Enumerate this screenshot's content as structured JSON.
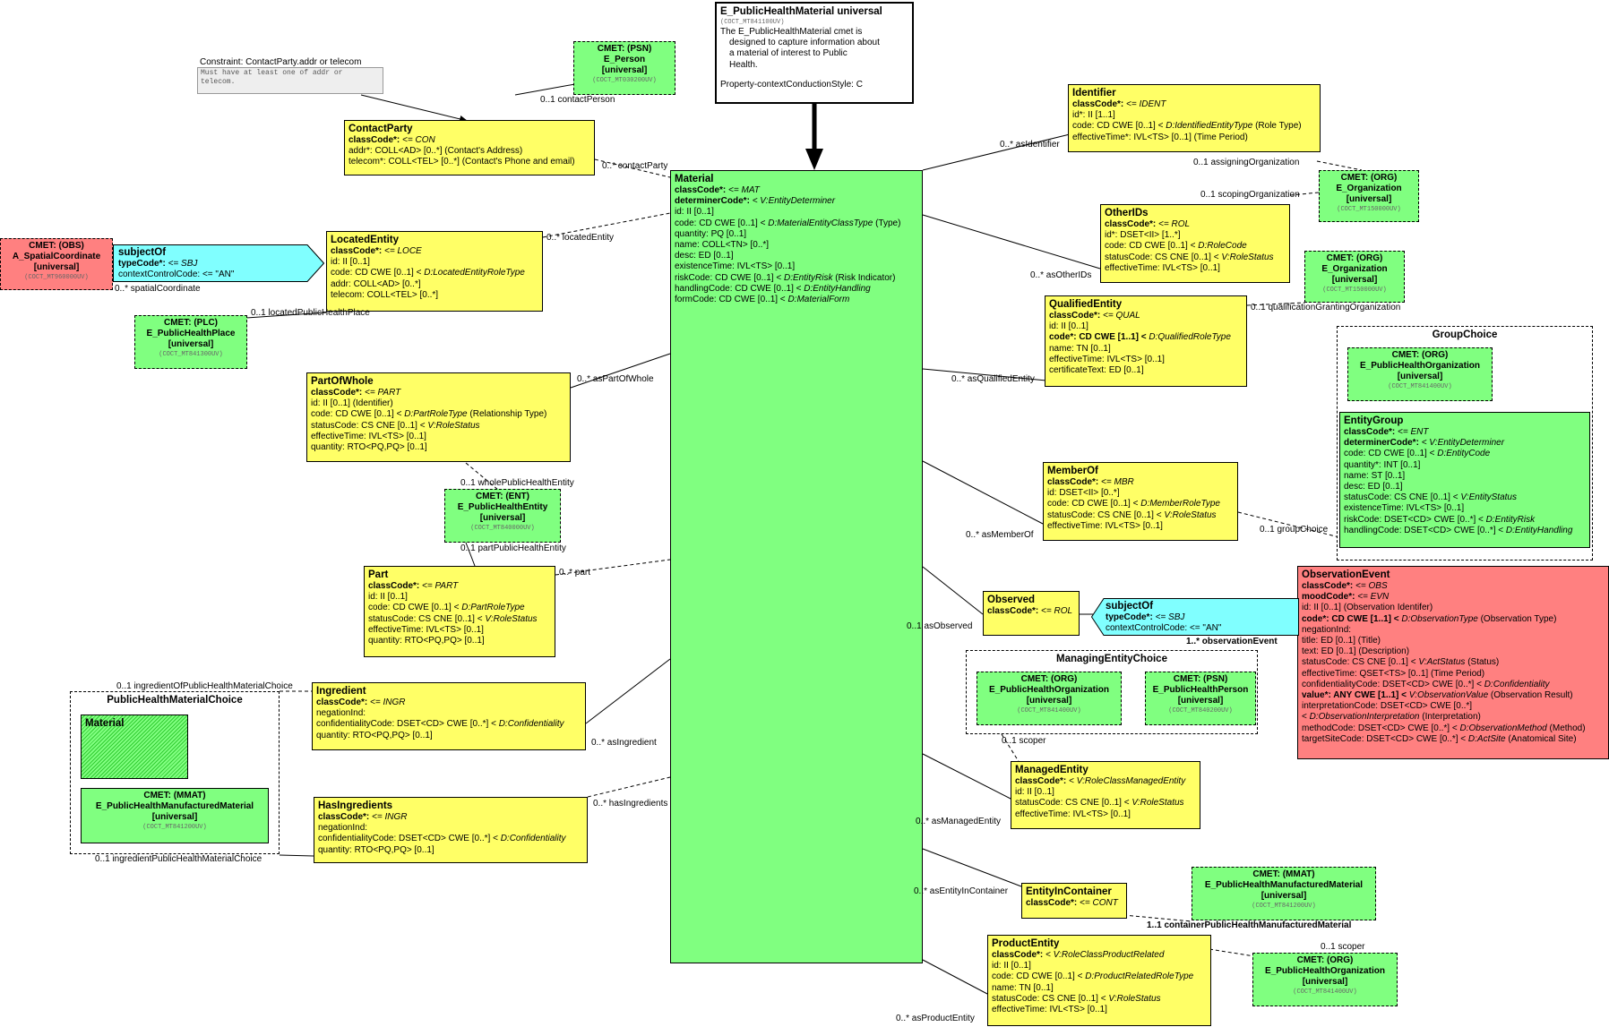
{
  "header": {
    "title": "E_PublicHealthMaterial universal",
    "code": "(COCT_MT841100UV)",
    "desc": [
      "The E_PublicHealthMaterial cmet is",
      "designed to capture information about",
      "a material of interest to Public",
      "Health."
    ],
    "style": "Property-contextConductionStyle: C"
  },
  "constraint": {
    "title": "Constraint: ContactParty.addr or telecom",
    "text": [
      "Must have at least one of addr or",
      "telecom."
    ]
  },
  "groups": {
    "group_choice": "GroupChoice",
    "managing_choice": "ManagingEntityChoice",
    "material_choice": "PublicHealthMaterialChoice"
  },
  "classes": {
    "material": {
      "title": "Material",
      "lines": [
        [
          "classCode*: ",
          "<= MAT"
        ],
        [
          "determinerCode*: ",
          "< V:EntityDeterminer"
        ],
        [
          "id: II [0..1]",
          ""
        ],
        [
          "code: CD CWE [0..1] < ",
          "D:MaterialEntityClassType",
          " (Type)"
        ],
        [
          "quantity: PQ [0..1]",
          ""
        ],
        [
          "name: COLL<TN> [0..*]",
          ""
        ],
        [
          "desc: ED [0..1]",
          ""
        ],
        [
          "existenceTime: IVL<TS> [0..1]",
          ""
        ],
        [
          "riskCode: CD CWE [0..1] < ",
          "D:EntityRisk",
          " (Risk Indicator)"
        ],
        [
          "handlingCode: CD CWE [0..1] < ",
          "D:EntityHandling"
        ],
        [
          "formCode: CD CWE [0..1] < ",
          "D:MaterialForm"
        ]
      ]
    },
    "contact_party": {
      "title": "ContactParty",
      "lines": [
        [
          "classCode*: ",
          "<= CON"
        ],
        [
          "addr*: COLL<AD> [0..*] (Contact's Address)",
          ""
        ],
        [
          "telecom*: COLL<TEL> [0..*] (Contact's Phone and email)",
          ""
        ]
      ]
    },
    "located_entity": {
      "title": "LocatedEntity",
      "lines": [
        [
          "classCode*: ",
          "<= LOCE"
        ],
        [
          "id: II [0..1]",
          ""
        ],
        [
          "code: CD CWE [0..1] < ",
          "D:LocatedEntityRoleType"
        ],
        [
          "addr: COLL<AD> [0..*]",
          ""
        ],
        [
          "telecom: COLL<TEL> [0..*]",
          ""
        ]
      ]
    },
    "part_of_whole": {
      "title": "PartOfWhole",
      "lines": [
        [
          "classCode*: ",
          "<= PART"
        ],
        [
          "id: II [0..1] (Identifier)",
          ""
        ],
        [
          "code: CD CWE [0..1] < ",
          "D:PartRoleType",
          " (Relationship Type)"
        ],
        [
          "statusCode: CS CNE [0..1] < ",
          "V:RoleStatus"
        ],
        [
          "effectiveTime: IVL<TS> [0..1]",
          ""
        ],
        [
          "quantity: RTO<PQ,PQ> [0..1]",
          ""
        ]
      ]
    },
    "part": {
      "title": "Part",
      "lines": [
        [
          "classCode*: ",
          "<= PART"
        ],
        [
          "id: II [0..1]",
          ""
        ],
        [
          "code: CD CWE [0..1] < ",
          "D:PartRoleType"
        ],
        [
          "statusCode: CS CNE [0..1] < ",
          "V:RoleStatus"
        ],
        [
          "effectiveTime: IVL<TS> [0..1]",
          ""
        ],
        [
          "quantity: RTO<PQ,PQ> [0..1]",
          ""
        ]
      ]
    },
    "ingredient": {
      "title": "Ingredient",
      "lines": [
        [
          "classCode*: ",
          "<= INGR"
        ],
        [
          "negationInd:",
          ""
        ],
        [
          "confidentialityCode: DSET<CD> CWE [0..*] < ",
          "D:Confidentiality"
        ],
        [
          "quantity: RTO<PQ,PQ> [0..1]",
          ""
        ]
      ]
    },
    "has_ingredients": {
      "title": "HasIngredients",
      "lines": [
        [
          "classCode*: ",
          "<= INGR"
        ],
        [
          "negationInd:",
          ""
        ],
        [
          "confidentialityCode: DSET<CD> CWE [0..*] < ",
          "D:Confidentiality"
        ],
        [
          "quantity: RTO<PQ,PQ> [0..1]",
          ""
        ]
      ]
    },
    "identifier": {
      "title": "Identifier",
      "lines": [
        [
          "classCode*: ",
          "<= IDENT"
        ],
        [
          "id*: II [1..1]",
          ""
        ],
        [
          "code: CD CWE [0..1] < ",
          "D:IdentifiedEntityType",
          " (Role Type)"
        ],
        [
          "effectiveTime*: IVL<TS> [0..1] (Time Period)",
          ""
        ]
      ]
    },
    "other_ids": {
      "title": "OtherIDs",
      "lines": [
        [
          "classCode*: ",
          "<= ROL"
        ],
        [
          "id*: DSET<II> [1..*]",
          ""
        ],
        [
          "code: CD CWE [0..1] < ",
          "D:RoleCode"
        ],
        [
          "statusCode: CS CNE [0..1] < ",
          "V:RoleStatus"
        ],
        [
          "effectiveTime: IVL<TS> [0..1]",
          ""
        ]
      ]
    },
    "qualified_entity": {
      "title": "QualifiedEntity",
      "lines": [
        [
          "classCode*: ",
          "<= QUAL"
        ],
        [
          "id: II [0..1]",
          ""
        ],
        [
          "code*: CD CWE [1..1] < ",
          "D:QualifiedRoleType"
        ],
        [
          "name: TN [0..1]",
          ""
        ],
        [
          "effectiveTime: IVL<TS> [0..1]",
          ""
        ],
        [
          "certificateText: ED [0..1]",
          ""
        ]
      ]
    },
    "member_of": {
      "title": "MemberOf",
      "lines": [
        [
          "classCode*: ",
          "<= MBR"
        ],
        [
          "id: DSET<II> [0..*]",
          ""
        ],
        [
          "code: CD CWE [0..1] < ",
          "D:MemberRoleType"
        ],
        [
          "statusCode: CS CNE [0..1] < ",
          "V:RoleStatus"
        ],
        [
          "effectiveTime: IVL<TS> [0..1]",
          ""
        ]
      ]
    },
    "entity_group": {
      "title": "EntityGroup",
      "lines": [
        [
          "classCode*: ",
          "<= ENT"
        ],
        [
          "determinerCode*: ",
          "< V:EntityDeterminer"
        ],
        [
          "code: CD CWE [0..1] < ",
          "D:EntityCode"
        ],
        [
          "quantity*: INT [0..1]",
          ""
        ],
        [
          "name: ST [0..1]",
          ""
        ],
        [
          "desc: ED [0..1]",
          ""
        ],
        [
          "statusCode: CS CNE [0..1] < ",
          "V:EntityStatus"
        ],
        [
          "existenceTime: IVL<TS> [0..1]",
          ""
        ],
        [
          "riskCode: DSET<CD> CWE [0..*] < ",
          "D:EntityRisk"
        ],
        [
          "handlingCode: DSET<CD> CWE [0..*] < ",
          "D:EntityHandling"
        ]
      ]
    },
    "observed": {
      "title": "Observed",
      "lines": [
        [
          "classCode*: ",
          "<= ROL"
        ]
      ]
    },
    "observation_event": {
      "title": "ObservationEvent",
      "lines": [
        [
          "classCode*: ",
          "<= OBS"
        ],
        [
          "moodCode*: ",
          "<= EVN"
        ],
        [
          "id: II [0..1] (Observation Identifer)",
          ""
        ],
        [
          "code*: CD CWE [1..1] < ",
          "D:ObservationType",
          " (Observation Type)"
        ],
        [
          "negationInd:",
          ""
        ],
        [
          "title: ED [0..1] (Title)",
          ""
        ],
        [
          "text: ED [0..1] (Description)",
          ""
        ],
        [
          "statusCode: CS CNE [0..1] < ",
          "V:ActStatus",
          " (Status)"
        ],
        [
          "effectiveTime: QSET<TS> [0..1] (Time Period)",
          ""
        ],
        [
          "confidentialityCode: DSET<CD> CWE [0..*] < ",
          "D:Confidentiality"
        ],
        [
          "value*: ANY CWE [1..1] < ",
          "V:ObservationValue",
          " (Observation Result)"
        ],
        [
          "interpretationCode: DSET<CD> CWE [0..*]",
          ""
        ],
        [
          "  < ",
          "D:ObservationInterpretation",
          " (Interpretation)"
        ],
        [
          "methodCode: DSET<CD> CWE [0..*] < ",
          "D:ObservationMethod",
          " (Method)"
        ],
        [
          "targetSiteCode: DSET<CD> CWE [0..*] < ",
          "D:ActSite",
          " (Anatomical Site)"
        ]
      ]
    },
    "managed_entity": {
      "title": "ManagedEntity",
      "lines": [
        [
          "classCode*: ",
          "< V:RoleClassManagedEntity"
        ],
        [
          "id: II [0..1]",
          ""
        ],
        [
          "statusCode: CS CNE [0..1] < ",
          "V:RoleStatus"
        ],
        [
          "effectiveTime: IVL<TS> [0..1]",
          ""
        ]
      ]
    },
    "entity_in_container": {
      "title": "EntityInContainer",
      "lines": [
        [
          "classCode*: ",
          "<= CONT"
        ]
      ]
    },
    "product_entity": {
      "title": "ProductEntity",
      "lines": [
        [
          "classCode*: ",
          "< V:RoleClassProductRelated"
        ],
        [
          "id: II [0..1]",
          ""
        ],
        [
          "code: CD CWE [0..1] < ",
          "D:ProductRelatedRoleType"
        ],
        [
          "name: TN [0..1]",
          ""
        ],
        [
          "statusCode: CS CNE [0..1] < ",
          "V:RoleStatus"
        ],
        [
          "effectiveTime: IVL<TS> [0..1]",
          ""
        ]
      ]
    },
    "subject_of_left": {
      "title": "subjectOf",
      "lines": [
        [
          "typeCode*: ",
          "<= SBJ"
        ],
        [
          "contextControlCode: <= \"AN\"",
          ""
        ]
      ]
    },
    "subject_of_right": {
      "title": "subjectOf",
      "lines": [
        [
          "typeCode*: ",
          "<= SBJ"
        ],
        [
          "contextControlCode: <= \"AN\"",
          ""
        ]
      ]
    },
    "choice_material": {
      "title": "Material",
      "lines": []
    }
  },
  "cmets": {
    "person": {
      "kind": "CMET: (PSN)",
      "name": "E_Person",
      "sub": "[universal]",
      "code": "(COCT_MT030200UV)"
    },
    "spatial": {
      "kind": "CMET: (OBS)",
      "name": "A_SpatialCoordinate",
      "sub": "[universal]",
      "code": "(COCT_MT960000UV)"
    },
    "place": {
      "kind": "CMET: (PLC)",
      "name": "E_PublicHealthPlace",
      "sub": "[universal]",
      "code": "(COCT_MT841300UV)"
    },
    "ph_entity": {
      "kind": "CMET: (ENT)",
      "name": "E_PublicHealthEntity",
      "sub": "[universal]",
      "code": "(COCT_MT840000UV)"
    },
    "org_assign": {
      "kind": "CMET: (ORG)",
      "name": "E_Organization",
      "sub": "[universal]",
      "code": "(COCT_MT150000UV)"
    },
    "org_qual": {
      "kind": "CMET: (ORG)",
      "name": "E_Organization",
      "sub": "[universal]",
      "code": "(COCT_MT150000UV)"
    },
    "pho_group": {
      "kind": "CMET: (ORG)",
      "name": "E_PublicHealthOrganization",
      "sub": "[universal]",
      "code": "(COCT_MT841400UV)"
    },
    "pho_manage": {
      "kind": "CMET: (ORG)",
      "name": "E_PublicHealthOrganization",
      "sub": "[universal]",
      "code": "(COCT_MT841400UV)"
    },
    "php_manage": {
      "kind": "CMET: (PSN)",
      "name": "E_PublicHealthPerson",
      "sub": "[universal]",
      "code": "(COCT_MT840200UV)"
    },
    "phmm_container": {
      "kind": "CMET: (MMAT)",
      "name": "E_PublicHealthManufacturedMaterial",
      "sub": "[universal]",
      "code": "(COCT_MT841200UV)"
    },
    "pho_product": {
      "kind": "CMET: (ORG)",
      "name": "E_PublicHealthOrganization",
      "sub": "[universal]",
      "code": "(COCT_MT841400UV)"
    },
    "phmm_choice": {
      "kind": "CMET: (MMAT)",
      "name": "E_PublicHealthManufacturedMaterial",
      "sub": "[universal]",
      "code": "(COCT_MT841200UV)"
    }
  },
  "labels": {
    "contact_person": "0..1 contactPerson",
    "contact_party": "0..* contactParty",
    "located_entity": "0..* locatedEntity",
    "spatial": "0..* spatialCoordinate",
    "located_place": "0..1 locatedPublicHealthPlace",
    "as_part_of_whole": "0..* asPartOfWhole",
    "whole_entity": "0..1 wholePublicHealthEntity",
    "part_entity": "0..1 partPublicHealthEntity",
    "part": "0..* part",
    "ingredient_of": "0..1 ingredientOfPublicHealthMaterialChoice",
    "as_ingredient": "0..* asIngredient",
    "has_ingredients": "0..* hasIngredients",
    "ingredient_choice": "0..1 ingredientPublicHealthMaterialChoice",
    "as_identifier": "0..* asIdentifier",
    "assigning_org": "0..1 assigningOrganization",
    "scoping_org": "0..1 scopingOrganization",
    "as_other_ids": "0..* asOtherIDs",
    "qual_granting": "0..1 qualificationGrantingOrganization",
    "as_qualified": "0..* asQualifiedEntity",
    "as_member_of": "0..* asMemberOf",
    "group_choice": "0..1 groupChoice",
    "as_observed": "0..1 asObserved",
    "observation_event": "1..* observationEvent",
    "scoper_manage": "0..1 scoper",
    "as_managed": "0..* asManagedEntity",
    "as_container": "0..* asEntityInContainer",
    "container_mat": "1..1 containerPublicHealthManufacturedMaterial",
    "scoper_product": "0..1 scoper",
    "as_product": "0..* asProductEntity"
  }
}
